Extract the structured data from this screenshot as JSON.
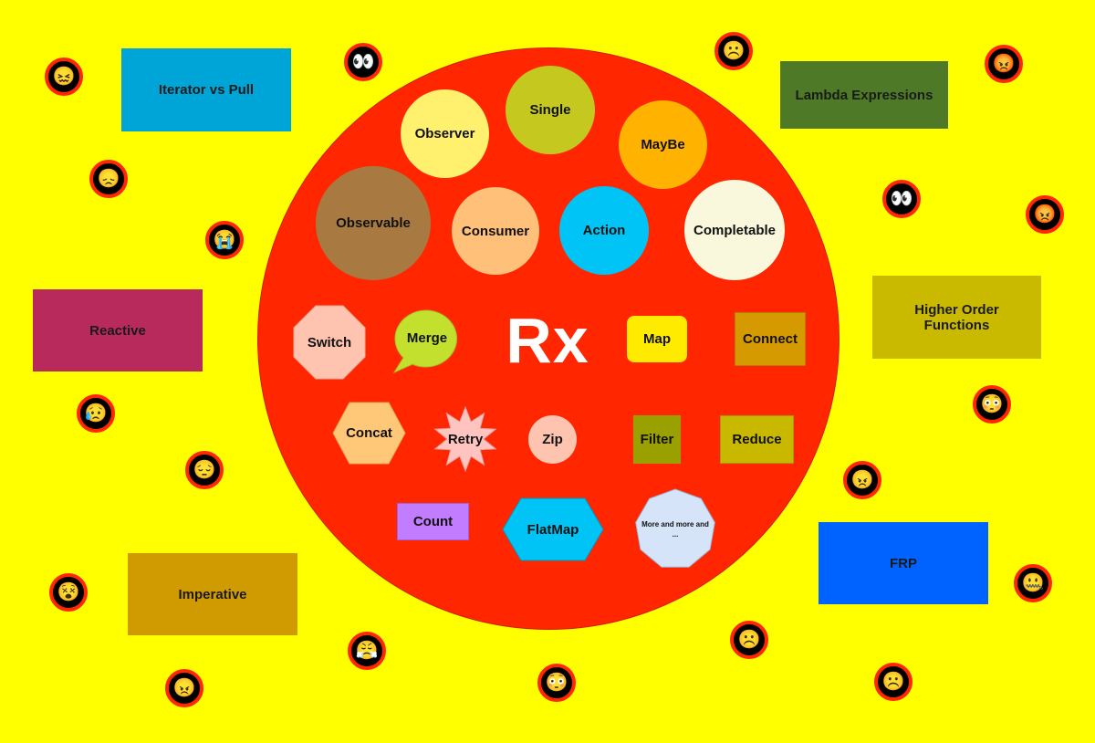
{
  "center_label": "Rx",
  "outer_concepts": {
    "iterator": "Iterator vs Pull",
    "lambda": "Lambda Expressions",
    "reactive": "Reactive",
    "higher_order": "Higher Order\nFunctions",
    "imperative": "Imperative",
    "frp": "FRP"
  },
  "types": {
    "observer": "Observer",
    "single": "Single",
    "maybe": "MayBe",
    "observable": "Observable",
    "consumer": "Consumer",
    "action": "Action",
    "completable": "Completable"
  },
  "operators": {
    "switch": "Switch",
    "merge": "Merge",
    "map": "Map",
    "connect": "Connect",
    "concat": "Concat",
    "retry": "Retry",
    "zip": "Zip",
    "filter": "Filter",
    "reduce": "Reduce",
    "count": "Count",
    "flatmap": "FlatMap",
    "more": "More and more and\n..."
  },
  "colors": {
    "background": "#FFFF00",
    "circle": "#FF2600",
    "iterator": "#00A5D8",
    "lambda": "#4E7A27",
    "reactive": "#B92A5C",
    "higher_order": "#C9BA00",
    "imperative": "#D09B00",
    "frp": "#0062FF"
  },
  "emojis": {
    "e1": "😖",
    "e2": "👀",
    "e3": "☹️",
    "e4": "😡",
    "e5": "😞",
    "e6": "👀",
    "e7": "😡",
    "e8": "😭",
    "e9": "😥",
    "e10": "😳",
    "e11": "😔",
    "e12": "😠",
    "e13": "😵",
    "e14": "🤐",
    "e15": "😤",
    "e16": "☹️",
    "e17": "😳",
    "e18": "😠",
    "e19": "☹️"
  }
}
